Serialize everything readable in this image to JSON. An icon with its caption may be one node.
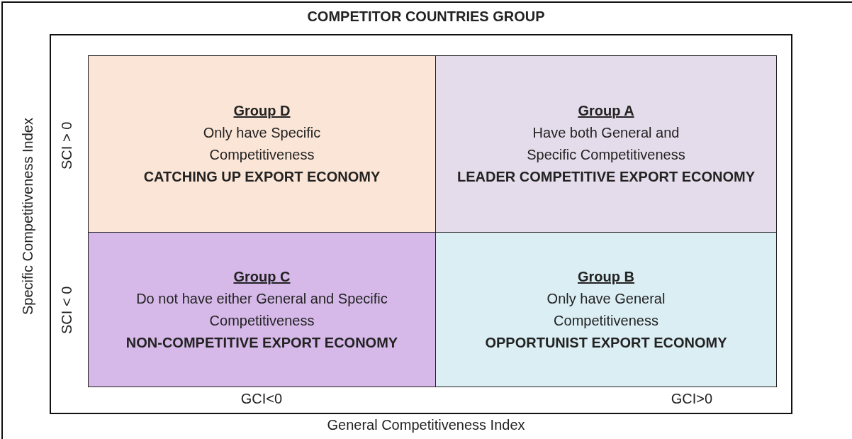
{
  "diagram": {
    "title": "COMPETITOR COUNTRIES GROUP",
    "nodes": [
      {
        "text": [
          "Group D",
          "Only have Specific Competitiveness",
          "CATCHING UP EXPORT ECONOMY"
        ]
      },
      {
        "text": [
          "Group A",
          "Have both General and Specific Competitiveness",
          "LEADER COMPETITIVE EXPORT ECONOMY"
        ]
      },
      {
        "text": [
          "Group C",
          "Do not have either General and Specific Competitiveness",
          "NON-COMPETITIVE EXPORT ECONOMY"
        ]
      },
      {
        "text": [
          "Group B",
          "Only have General Competitiveness",
          "OPPORTUNIST EXPORT ECONOMY"
        ]
      }
    ],
    "labels": [
      "Specific Competitiveness Index",
      "SCI > 0",
      "SCI < 0",
      "GCI<0",
      "GCI>0",
      "General Competitiveness Index"
    ]
  }
}
